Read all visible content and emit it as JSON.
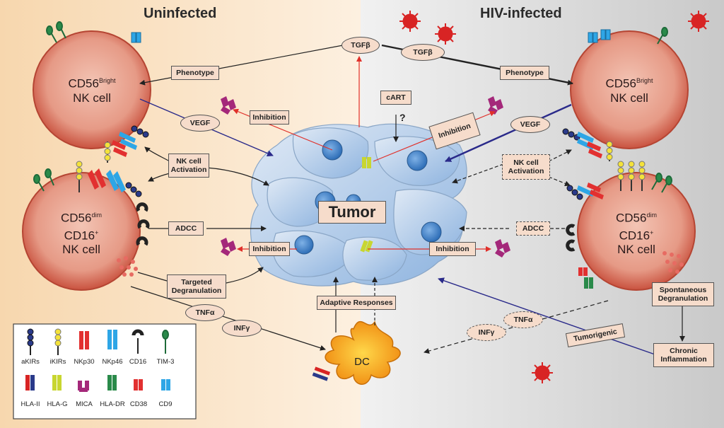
{
  "headings": {
    "left": "Uninfected",
    "right": "HIV-infected"
  },
  "center_label": "Tumor",
  "dc_label": "DC",
  "cells": {
    "left_bright": {
      "line1": "CD56",
      "sup1": "Bright",
      "line2": "NK cell"
    },
    "left_dim": {
      "line1": "CD56",
      "sup1": "dim",
      "line2": "CD16",
      "sup2": "+",
      "line3": "NK cell"
    },
    "right_bright": {
      "line1": "CD56",
      "sup1": "Bright",
      "line2": "NK cell"
    },
    "right_dim": {
      "line1": "CD56",
      "sup1": "dim",
      "line2": "CD16",
      "sup2": "+",
      "line3": "NK cell"
    }
  },
  "boxes": {
    "phenotype_left": "Phenotype",
    "phenotype_right": "Phenotype",
    "inhibition_left_top": "Inhibition",
    "inhibition_right_top": "Inhibition",
    "inhibition_left_bottom": "Inhibition",
    "inhibition_right_bottom": "Inhibition",
    "nk_activation_left": "NK cell Activation",
    "nk_activation_right": "NK cell Activation",
    "adcc_left": "ADCC",
    "adcc_right": "ADCC",
    "targeted_degranulation": "Targeted Degranulation",
    "adaptive_responses": "Adaptive Responses",
    "cart": "cART",
    "cart_question": "?",
    "spontaneous_degranulation": "Spontaneous Degranulation",
    "chronic_inflammation": "Chronic Inflammation",
    "tumorigenic": "Tumorigenic"
  },
  "ovals": {
    "tgfb_left": "TGFβ",
    "tgfb_right": "TGFβ",
    "vegf_left": "VEGF",
    "vegf_right": "VEGF",
    "tnfa_left": "TNFα",
    "infy_left": "INFγ",
    "infy_right": "INFγ",
    "tnfa_right": "TNFα"
  },
  "legend": {
    "row1": [
      "aKIRs",
      "iKIRs",
      "NKp30",
      "NKp46",
      "CD16",
      "TIM-3"
    ],
    "row2": [
      "HLA-II",
      "HLA-G",
      "MICA",
      "HLA-DR",
      "CD38",
      "CD9"
    ]
  },
  "colors": {
    "left_bg": "#fbe3c4",
    "right_bg": "#dcdcdc",
    "nk_cell": "#d76c5c",
    "tumor": "#8fb6e0",
    "dc": "#f7a51e",
    "red_arrow": "#e0302a",
    "blue_arrow": "#2a2a8a",
    "virus": "#d82424"
  }
}
